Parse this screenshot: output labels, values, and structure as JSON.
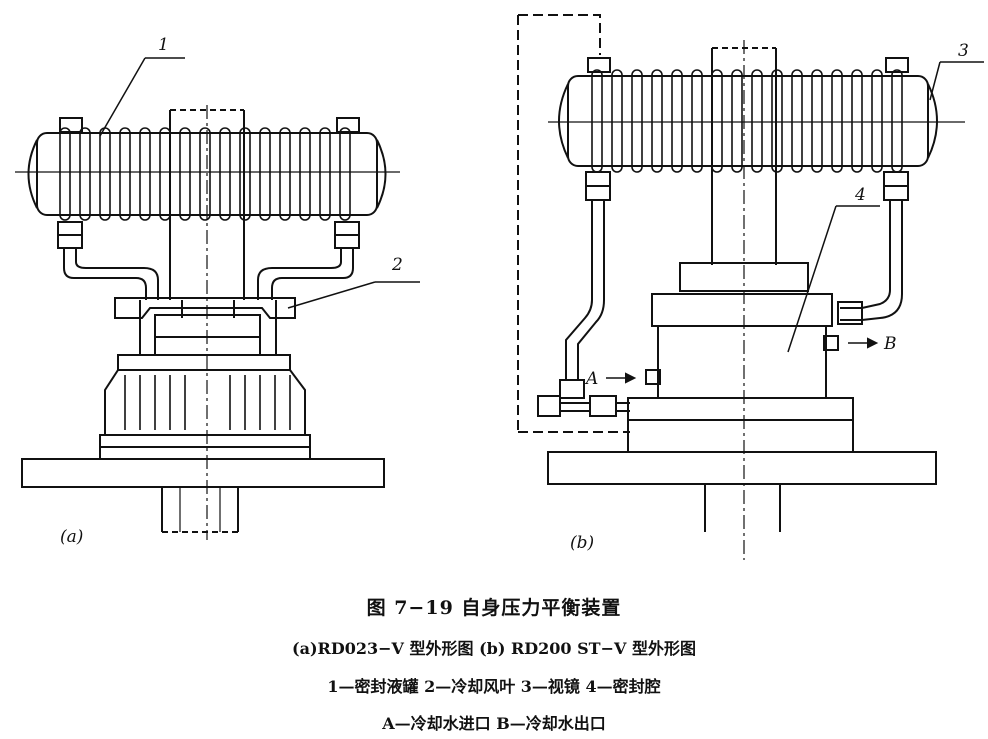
{
  "figure": {
    "panel_a_label": "(a)",
    "panel_b_label": "(b)",
    "callouts": {
      "c1": "1",
      "c2": "2",
      "c3": "3",
      "c4": "4"
    },
    "flow_labels": {
      "inlet": "A",
      "outlet": "B"
    }
  },
  "caption": {
    "title": "图 7−19   自身压力平衡装置",
    "subtitle": "(a)RD023−V 型外形图   (b) RD200 ST−V 型外形图",
    "legend": "1—密封液罐   2—冷却风叶   3—视镜   4—密封腔",
    "flow": "A—冷却水进口   B—冷却水出口"
  }
}
